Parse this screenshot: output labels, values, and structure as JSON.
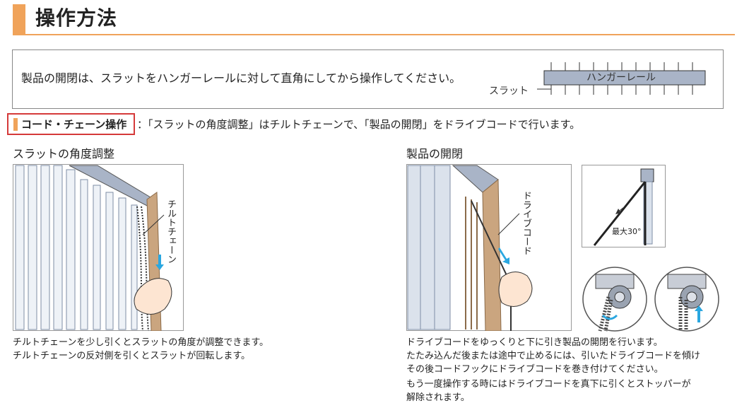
{
  "header": {
    "title": "操作方法"
  },
  "intro": {
    "text": "製品の開閉は、スラットをハンガーレールに対して直角にしてから操作してください。",
    "rail_label": "ハンガーレール",
    "slat_label": "スラット"
  },
  "section": {
    "label": "コード・チェーン操作",
    "description": "：「スラットの角度調整」はチルトチェーンで、「製品の開閉」をドライブコードで行います。"
  },
  "left": {
    "heading": "スラットの角度調整",
    "chain_label": "チルトチェーン",
    "captions": [
      "チルトチェーンを少し引くとスラットの角度が調整できます。",
      "チルトチェーンの反対側を引くとスラットが回転します。"
    ]
  },
  "right": {
    "heading": "製品の開閉",
    "cord_label": "ドライブコード",
    "angle_label": "最大30°",
    "captions": [
      "ドライブコードをゆっくりと下に引き製品の開閉を行います。",
      "たたみ込んだ後または途中で止めるには、引いたドライブコードを傾け",
      "その後コードフックにドライブコードを巻き付けてください。",
      "もう一度操作する時にはドライブコードを真下に引くとストッパーが",
      "解除されます。"
    ]
  },
  "colors": {
    "accent": "#f0a35a",
    "highlight": "#d53a3a",
    "arrow": "#2aa7e0"
  }
}
